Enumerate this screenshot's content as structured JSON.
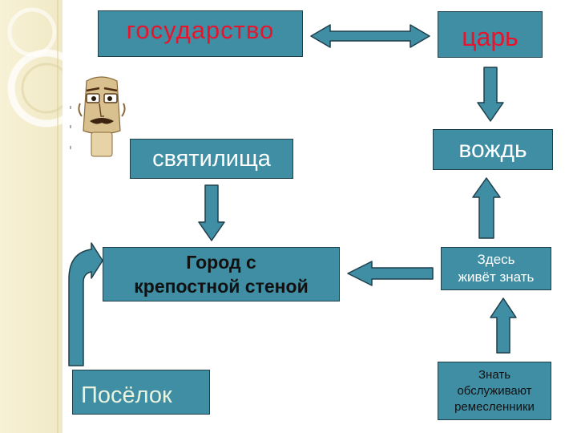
{
  "diagram": {
    "nodes": {
      "state": "государство",
      "tsar": "царь",
      "sanctuaries": "святилища",
      "chief": "вождь",
      "city": [
        "Город с",
        "крепостной стеной"
      ],
      "nobles": [
        "Здесь",
        "живёт знать"
      ],
      "village": "Посёлок",
      "craftsmen": [
        "Знать",
        "обслуживают",
        "ремесленники"
      ]
    },
    "colors": {
      "box_fill": "#3f8ea4",
      "box_border": "#1f3f4b",
      "arrow_fill": "#3f8ea4",
      "title_text": "#e8142c"
    },
    "icons": [
      "idol-figure-icon",
      "decorative-circles-icon"
    ]
  }
}
